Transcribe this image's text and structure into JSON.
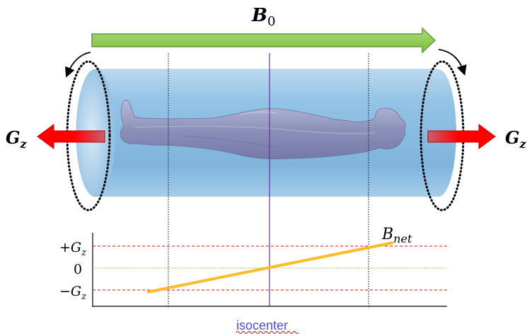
{
  "labels": {
    "b0": "B",
    "b0_sub": "0",
    "gz": "G",
    "gz_sub": "z",
    "bnet": "B",
    "bnet_sub": "net",
    "isocenter": "isocenter"
  },
  "graph": {
    "ticks": [
      {
        "main": "+G",
        "sub": "z"
      },
      {
        "main": "0",
        "sub": ""
      },
      {
        "main": "−G",
        "sub": "z"
      }
    ]
  },
  "colors": {
    "b0_arrow": "#92d050",
    "gz_arrow": "#ff0000",
    "bore": "#8fc1e3",
    "body": "#8a8fb8",
    "isocenter_line": "#7030a0",
    "bnet_line": "#fbbc28",
    "limit_line": "#ff0000",
    "zero_line": "#92d050",
    "isocenter_text": "#4f4fcf",
    "spell_underline": "#ff0000"
  }
}
